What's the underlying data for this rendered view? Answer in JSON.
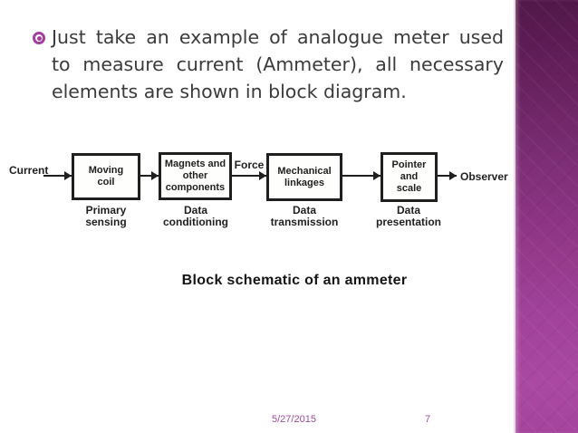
{
  "bullet": {
    "lines": [
      "Just take an example of analogue meter used",
      "to measure current (Ammeter), all necessary",
      "elements are shown in block diagram."
    ]
  },
  "diagram": {
    "caption": "Block schematic of an ammeter",
    "input_label": "Current",
    "force_label": "Force",
    "output_label": "Observer",
    "blocks": [
      {
        "label": "Moving\ncoil",
        "stage": "Primary\nsensing"
      },
      {
        "label": "Magnets and\nother\ncomponents",
        "stage": "Data\nconditioning"
      },
      {
        "label": "Mechanical\nlinkages",
        "stage": "Data\ntransmission"
      },
      {
        "label": "Pointer\nand\nscale",
        "stage": "Data\npresentation"
      }
    ]
  },
  "footer": {
    "date": "5/27/2015",
    "slide_number": "7"
  },
  "colors": {
    "accent": "#a43f9f",
    "body_text": "#3b3b3b",
    "diagram_ink": "#1f1f1f",
    "strip_top": "#521849",
    "strip_bottom": "#a5449d"
  }
}
